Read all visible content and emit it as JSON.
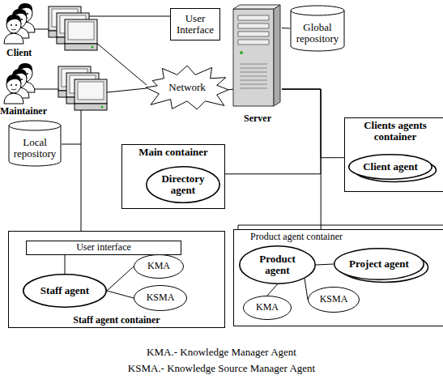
{
  "diagram": {
    "nodes": [
      {
        "text": [
          "User Interface"
        ]
      },
      {
        "text": [
          "Global repository"
        ]
      },
      {
        "text": [
          "Network"
        ]
      },
      {
        "text": [
          "Server"
        ]
      },
      {
        "text": [
          "Clients agents container"
        ]
      },
      {
        "text": [
          "Client agent"
        ],
        "in": 4
      },
      {
        "text": [
          "Local repository"
        ]
      },
      {
        "text": [
          "Main container"
        ]
      },
      {
        "text": [
          "Directory agent"
        ],
        "in": 7
      },
      {
        "text": [
          "Staff agent container"
        ]
      },
      {
        "text": [
          "User interface"
        ],
        "in": 9
      },
      {
        "text": [
          "Staff agent"
        ],
        "in": 9
      },
      {
        "text": [
          "KMA"
        ],
        "in": 9
      },
      {
        "text": [
          "KSMA"
        ],
        "in": 9
      },
      {
        "text": [
          "Product agent container"
        ]
      },
      {
        "text": [
          "Product agent"
        ],
        "in": 14
      },
      {
        "text": [
          "Project agent"
        ],
        "in": 14
      },
      {
        "text": [
          "KMA"
        ],
        "in": 14
      },
      {
        "text": [
          "KSMA"
        ],
        "in": 14
      }
    ],
    "edges": [
      {
        "from": 2,
        "to": 3,
        "arrow": "none"
      },
      {
        "from": 3,
        "to": 1,
        "arrow": "none"
      },
      {
        "from": 3,
        "to": 4,
        "arrow": "none"
      },
      {
        "from": 3,
        "to": 7,
        "arrow": "none"
      },
      {
        "from": 3,
        "to": 14,
        "arrow": "none"
      },
      {
        "from": 10,
        "to": 11,
        "arrow": "none"
      },
      {
        "from": 11,
        "to": 12,
        "arrow": "none"
      },
      {
        "from": 11,
        "to": 13,
        "arrow": "none"
      },
      {
        "from": 15,
        "to": 16,
        "arrow": "none"
      },
      {
        "from": 15,
        "to": 17,
        "arrow": "none"
      },
      {
        "from": 15,
        "to": 18,
        "arrow": "none"
      }
    ],
    "labels": [
      "Client",
      "Maintainer",
      "KMA.- Knowledge Manager Agent",
      "KSMA.- Knowledge Source Manager Agent"
    ]
  }
}
